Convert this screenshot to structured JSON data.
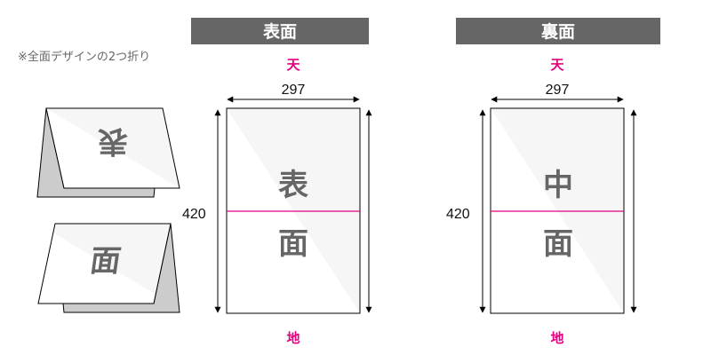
{
  "note": "※全面デザインの2つ折り",
  "front": {
    "title": "表面",
    "top_label": "天",
    "bottom_label": "地",
    "width": "297",
    "height": "420",
    "upper_char": "表",
    "lower_char": "面"
  },
  "back": {
    "title": "裏面",
    "top_label": "天",
    "bottom_label": "地",
    "width": "297",
    "height": "420",
    "upper_char": "中",
    "lower_char": "面"
  },
  "illustration": {
    "top_char": "表",
    "bottom_char": "面"
  },
  "colors": {
    "header": "#666666",
    "accent": "#e4007f",
    "text": "#666666"
  }
}
